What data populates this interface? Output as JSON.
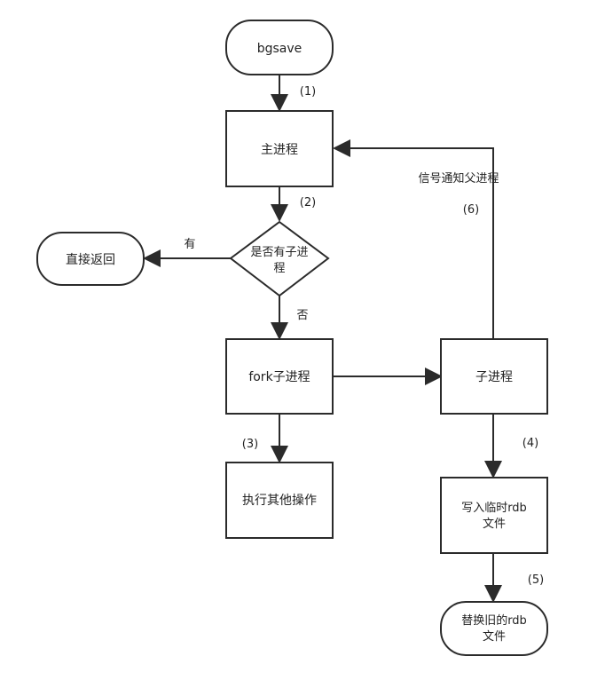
{
  "nodes": {
    "bgsave": "bgsave",
    "main_process": "主进程",
    "decision_line1": "是否有子进",
    "decision_line2": "程",
    "return_direct": "直接返回",
    "fork_child": "fork子进程",
    "child_process": "子进程",
    "other_ops": "执行其他操作",
    "write_temp_line1": "写入临时rdb",
    "write_temp_line2": "文件",
    "replace_line1": "替换旧的rdb",
    "replace_line2": "文件"
  },
  "labels": {
    "step1": "(1)",
    "step2": "(2)",
    "step3": "(3)",
    "step4": "(4)",
    "step5": "(5)",
    "step6": "(6)",
    "yes": "有",
    "no": "否",
    "signal_parent": "信号通知父进程"
  },
  "colors": {
    "stroke": "#2b2b2b",
    "fill": "#ffffff",
    "text": "#222222"
  }
}
